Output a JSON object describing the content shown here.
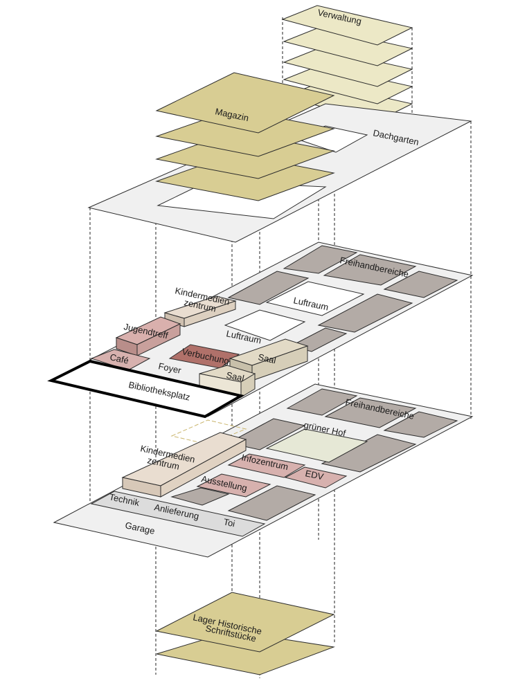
{
  "labels": {
    "verwaltung": "Verwaltung",
    "dachgarten": "Dachgarten",
    "magazin": "Magazin",
    "freihand_upper": "Freihandbereiche",
    "luftraum_1": "Luftraum",
    "luftraum_2": "Luftraum",
    "kindermedien_upper_1": "Kindermedien",
    "kindermedien_upper_2": "zentrum",
    "jugendtreff": "Jugendtreff",
    "cafe": "Café",
    "foyer": "Foyer",
    "verbuchung": "Verbuchung",
    "saal_upper": "Saal",
    "saal_lower": "Saal",
    "bibliotheksplatz": "Bibliotheksplatz",
    "freihand_lower": "Freihandbereiche",
    "gruener_hof": "grüner Hof",
    "kindermedien_lower_1": "Kindermedien",
    "kindermedien_lower_2": "zentrum",
    "infozentrum": "Infozentrum",
    "edv": "EDV",
    "ausstellung": "Ausstellung",
    "technik": "Technik",
    "anlieferung": "Anlieferung",
    "toi": "Toi",
    "garage": "Garage",
    "lager_1": "Lager Historische",
    "lager_2": "Schriftstücke"
  },
  "colors": {
    "tan": "#d8cd93",
    "cream": "#ece8c6",
    "light_grey": "#f0f0f0",
    "stone": "#b3aba6",
    "pink": "#d7b1ae",
    "light_pink": "#e9d2cf",
    "dark_red": "#b0716a",
    "beige": "#e2dac6",
    "green": "#e6e8d6",
    "outline": "#2b2b2b"
  }
}
